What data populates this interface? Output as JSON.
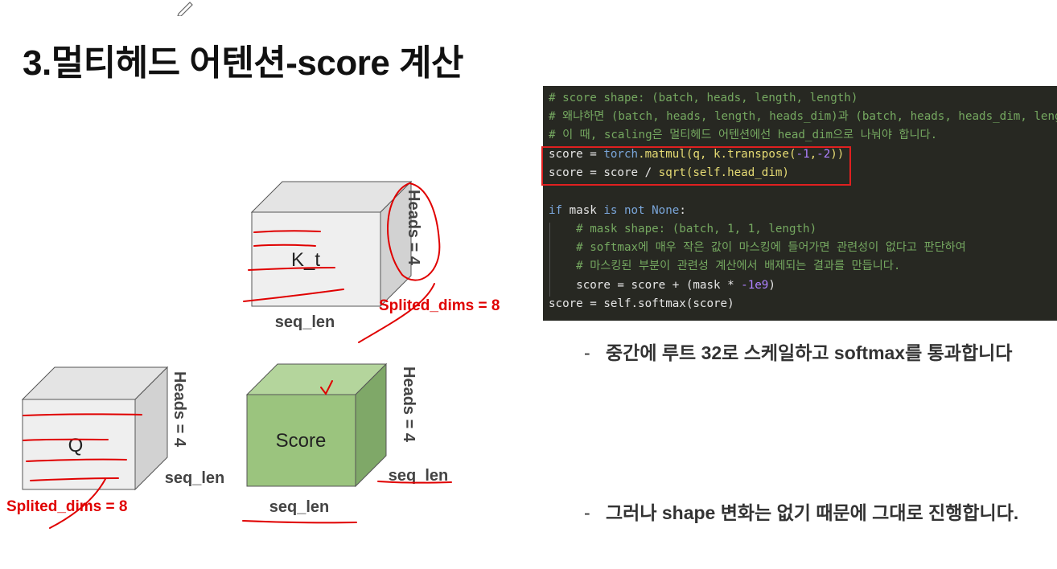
{
  "title": "3.멀티헤드 어텐션-score 계산",
  "diagram": {
    "k_cube": {
      "label": "K_t",
      "bottom_label": "seq_len",
      "side_label": "Heads = 4",
      "dims_label": "Splited_dims = 8"
    },
    "q_cube": {
      "label": "Q",
      "bottom_label": "seq_len",
      "side_label": "Heads = 4",
      "dims_label": "Splited_dims = 8"
    },
    "score_cube": {
      "label": "Score",
      "bottom_label": "seq_len",
      "right_label": "seq_len",
      "side_label": "Heads = 4"
    }
  },
  "code": {
    "l1": "# score shape: (batch, heads, length, length)",
    "l2": "# 왜냐하면 (batch, heads, length, heads_dim)과 (batch, heads, heads_dim, length",
    "l3": "# 이 때, scaling은 멀티헤드 어텐션에선 head_dim으로 나눠야 합니다.",
    "l4a": "score = ",
    "l4b": "torch",
    "l4c": ".matmul(q, k.transpose(",
    "l4d": "-1",
    "l4e": ",",
    "l4f": "-2",
    "l4g": "))",
    "l5a": "score = score / ",
    "l5b": "sqrt",
    "l5c": "(self.head_dim)",
    "l6a": "if",
    "l6b": " mask ",
    "l6c": "is not",
    "l6d": " ",
    "l6e": "None",
    "l6f": ":",
    "l7": "    # mask shape: (batch, 1, 1, length)",
    "l8": "    # softmax에 매우 작은 값이 마스킹에 들어가면 관련성이 없다고 판단하여",
    "l9": "    # 마스킹된 부분이 관련성 계산에서 배제되는 결과를 만듭니다.",
    "l10a": "    score = score + (mask * ",
    "l10b": "-1e9",
    "l10c": ")",
    "l11": "score = self.softmax(score)"
  },
  "bullets": {
    "dash": "-",
    "b1": "중간에 루트 32로 스케일하고 softmax를 통과합니다",
    "b2": "그러나 shape 변화는 없기 때문에 그대로 진행합니다."
  },
  "colors": {
    "cube_face": "#efefef",
    "score_face": "#9bc47e",
    "annotation_red": "#e00000",
    "code_bg": "#272822"
  }
}
